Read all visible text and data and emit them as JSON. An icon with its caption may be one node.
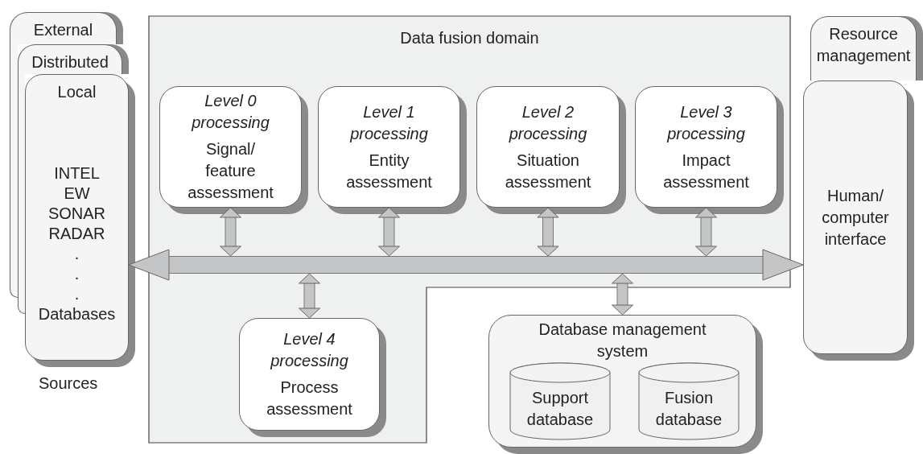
{
  "diagram": {
    "nodes": [
      {
        "text": [
          "External"
        ]
      },
      {
        "text": [
          "Distributed"
        ]
      },
      {
        "text": [
          "Local",
          "INTEL",
          "EW",
          "SONAR",
          "RADAR",
          ".",
          ".",
          ".",
          "Databases"
        ]
      },
      {
        "text": [
          "Data fusion domain"
        ]
      },
      {
        "text": [
          "Level 0 processing",
          "Signal/ feature assessment"
        ],
        "in": 3
      },
      {
        "text": [
          "Level 1 processing",
          "Entity assessment"
        ],
        "in": 3
      },
      {
        "text": [
          "Level 2 processing",
          "Situation assessment"
        ],
        "in": 3
      },
      {
        "text": [
          "Level 3 processing",
          "Impact assessment"
        ],
        "in": 3
      },
      {
        "text": [
          "Level 4 processing",
          "Process assessment"
        ],
        "in": 3
      },
      {
        "text": [
          "Database management system"
        ]
      },
      {
        "text": [
          "Support database"
        ],
        "in": 9
      },
      {
        "text": [
          "Fusion database"
        ],
        "in": 9
      },
      {
        "text": [
          "Resource management"
        ]
      },
      {
        "text": [
          "Human/ computer interface"
        ]
      },
      {
        "text": [],
        "shape": "bar",
        "in": 3
      }
    ],
    "edges": [
      {
        "from": 14,
        "to": 2,
        "arrow": "to"
      },
      {
        "from": 14,
        "to": 13,
        "arrow": "to"
      },
      {
        "from": 4,
        "to": 14,
        "arrow": "both"
      },
      {
        "from": 5,
        "to": 14,
        "arrow": "both"
      },
      {
        "from": 6,
        "to": 14,
        "arrow": "both"
      },
      {
        "from": 7,
        "to": 14,
        "arrow": "both"
      },
      {
        "from": 8,
        "to": 14,
        "arrow": "both"
      },
      {
        "from": 9,
        "to": 14,
        "arrow": "both"
      }
    ],
    "labels": [
      "Sources"
    ]
  }
}
